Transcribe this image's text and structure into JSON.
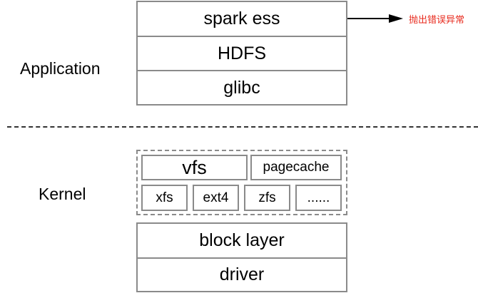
{
  "layers": {
    "application_label": "Application",
    "kernel_label": "Kernel"
  },
  "application_stack": {
    "rows": [
      "spark ess",
      "HDFS",
      "glibc"
    ]
  },
  "annotation": {
    "text": "抛出错误异常",
    "color": "#e8291c"
  },
  "kernel": {
    "vfs": "vfs",
    "pagecache": "pagecache",
    "filesystems": [
      "xfs",
      "ext4",
      "zfs",
      "......"
    ],
    "lower_stack": [
      "block layer",
      "driver"
    ]
  },
  "colors": {
    "border": "#8a8a8a",
    "divider": "#333333",
    "annotation": "#e8291c"
  }
}
